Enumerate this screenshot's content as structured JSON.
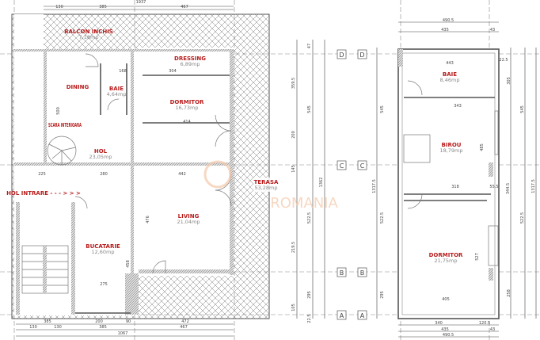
{
  "plan_left": {
    "rooms": [
      {
        "name": "BALCON INCHIS",
        "area": "7,18mp"
      },
      {
        "name": "DINING",
        "area": ""
      },
      {
        "name": "BAIE",
        "area": "4,64mp"
      },
      {
        "name": "DRESSING",
        "area": "6,89mp"
      },
      {
        "name": "DORMITOR",
        "area": "16,73mp"
      },
      {
        "name": "SCARA INTERIOARA",
        "area": ""
      },
      {
        "name": "HOL",
        "area": "23,05mp"
      },
      {
        "name": "HOL INTRARE - - - > > >",
        "area": ""
      },
      {
        "name": "BUCATARIE",
        "area": "12,60mp"
      },
      {
        "name": "LIVING",
        "area": "21,04mp"
      },
      {
        "name": "TERASA",
        "area": "53,28mp"
      }
    ],
    "dims_top": [
      "130",
      "385",
      "467",
      "1937"
    ],
    "dims_bottom": [
      "385",
      "200",
      "90",
      "472",
      "130",
      "130",
      "385",
      "467",
      "1067"
    ],
    "dims_inner": [
      "168",
      "304",
      "414",
      "442",
      "280",
      "275",
      "476",
      "458",
      "500",
      "225"
    ],
    "dims_vertical": [
      "47",
      "359.5",
      "545",
      "200",
      "145",
      "1362",
      "522.5",
      "219.5",
      "295",
      "105",
      "22.5"
    ]
  },
  "plan_right": {
    "rooms": [
      {
        "name": "BAIE",
        "area": "8,46mp"
      },
      {
        "name": "BIROU",
        "area": "18,79mp"
      },
      {
        "name": "DORMITOR",
        "area": "21,75mp"
      }
    ],
    "dims_top": [
      "490.5",
      "435",
      "43"
    ],
    "dims_bottom": [
      "340",
      "120.5",
      "435",
      "43",
      "490.5"
    ],
    "dims_inner": [
      "443",
      "343",
      "318",
      "405",
      "305",
      "485",
      "527",
      "22.5",
      "55.5"
    ],
    "dims_vertical": [
      "545",
      "522.5",
      "1317.5",
      "295",
      "344.5",
      "258"
    ]
  },
  "grid_axes": [
    "D",
    "C",
    "B",
    "A"
  ],
  "watermark": "ROMANIA",
  "colors": {
    "room_label": "#b81c1c",
    "area_label": "#888888",
    "walls": "#555555"
  }
}
